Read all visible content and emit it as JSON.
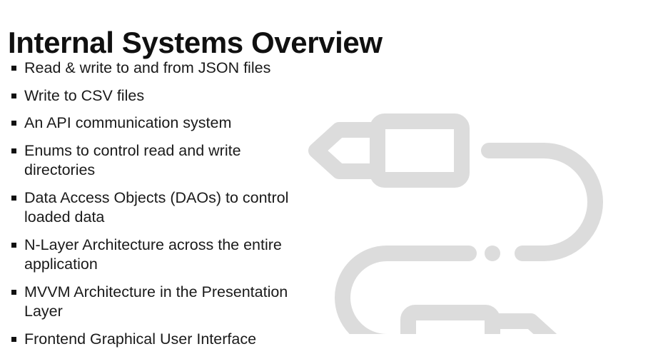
{
  "slide": {
    "title": "Internal Systems Overview",
    "background_color": "#ffffff",
    "text_color": "#1a1a1a",
    "bullets": [
      {
        "text": "Read & write to and from JSON files"
      },
      {
        "text": "Write to CSV files"
      },
      {
        "text": "An API communication system"
      },
      {
        "text": "Enums to control read and write directories"
      },
      {
        "text": "Data Access Objects (DAOs) to control loaded data"
      },
      {
        "text": "N-Layer Architecture across the entire application"
      },
      {
        "text": "MVVM Architecture in the Presentation Layer"
      },
      {
        "text": "Frontend Graphical User Interface"
      }
    ],
    "graphic": {
      "name": "cable-connector-illustration",
      "color": "#dcdcdc",
      "description": "Two plug connectors joined by an S-shaped cable"
    }
  }
}
